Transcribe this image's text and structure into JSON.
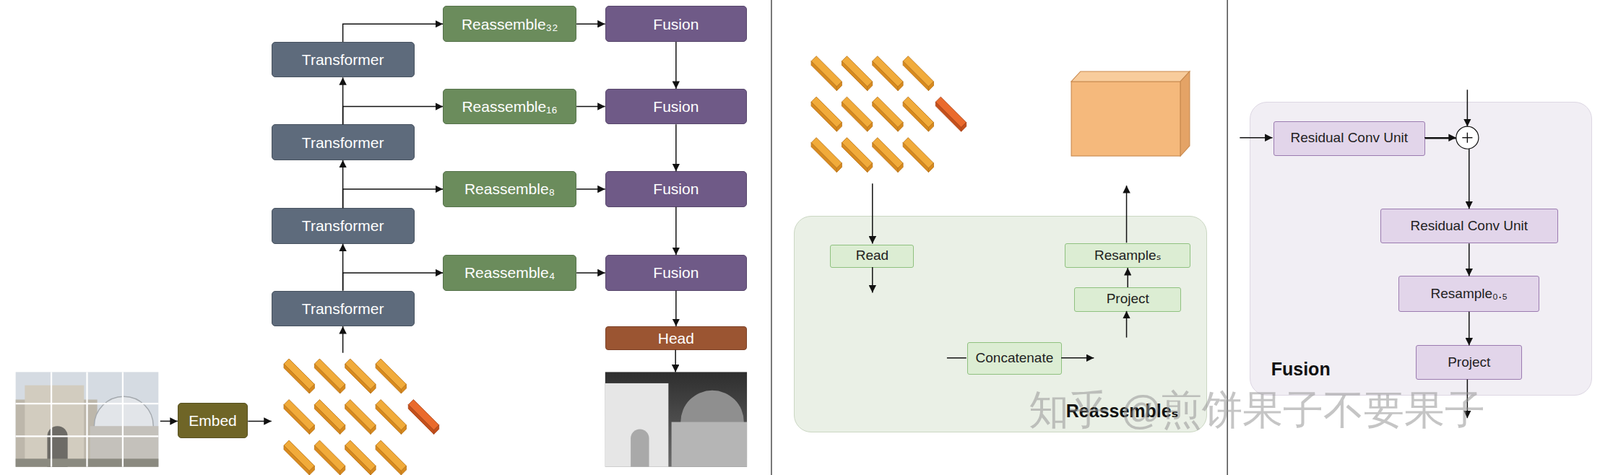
{
  "diagram": {
    "nodes": [
      {
        "text": [
          "Reassemble₃₂"
        ]
      },
      {
        "text": [
          "Fusion"
        ]
      },
      {
        "text": [
          "Transformer"
        ]
      },
      {
        "text": [
          "Reassemble₁₆"
        ]
      },
      {
        "text": [
          "Fusion"
        ]
      },
      {
        "text": [
          "Transformer"
        ]
      },
      {
        "text": [
          "Reassemble₈"
        ]
      },
      {
        "text": [
          "Fusion"
        ]
      },
      {
        "text": [
          "Transformer"
        ]
      },
      {
        "text": [
          "Reassemble₄"
        ]
      },
      {
        "text": [
          "Fusion"
        ]
      },
      {
        "text": [
          "Transformer"
        ]
      },
      {
        "text": [
          "Head"
        ]
      },
      {
        "text": [
          "Embed"
        ]
      },
      {
        "text": [
          "Reassembleₛ"
        ]
      },
      {
        "text": [
          "Read"
        ],
        "in": 14
      },
      {
        "text": [
          "Resampleₛ"
        ],
        "in": 14
      },
      {
        "text": [
          "Project"
        ],
        "in": 14
      },
      {
        "text": [
          "Concatenate"
        ],
        "in": 14
      },
      {
        "text": [
          "Fusion"
        ]
      },
      {
        "text": [
          "Residual Conv Unit"
        ],
        "in": 19
      },
      {
        "text": [
          "Residual Conv Unit"
        ],
        "in": 19
      },
      {
        "text": [
          "Resample₀.₅"
        ],
        "in": 19
      },
      {
        "text": [
          "Project"
        ],
        "in": 19
      }
    ],
    "edges": [
      {
        "from": 11,
        "to": 8,
        "arrow": "to"
      },
      {
        "from": 11,
        "to": 9,
        "arrow": "to"
      },
      {
        "from": 8,
        "to": 5,
        "arrow": "to"
      },
      {
        "from": 8,
        "to": 6,
        "arrow": "to"
      },
      {
        "from": 5,
        "to": 2,
        "arrow": "to"
      },
      {
        "from": 5,
        "to": 3,
        "arrow": "to"
      },
      {
        "from": 2,
        "to": 0,
        "arrow": "to"
      },
      {
        "from": 0,
        "to": 1,
        "arrow": "to"
      },
      {
        "from": 3,
        "to": 4,
        "arrow": "to"
      },
      {
        "from": 6,
        "to": 7,
        "arrow": "to"
      },
      {
        "from": 9,
        "to": 10,
        "arrow": "to"
      },
      {
        "from": 1,
        "to": 4,
        "arrow": "to"
      },
      {
        "from": 4,
        "to": 7,
        "arrow": "to"
      },
      {
        "from": 7,
        "to": 10,
        "arrow": "to"
      },
      {
        "from": 10,
        "to": 12,
        "arrow": "to"
      },
      {
        "from": 17,
        "to": 16,
        "arrow": "to"
      },
      {
        "from": 20,
        "to": 21,
        "arrow": "to"
      },
      {
        "from": 21,
        "to": 22,
        "arrow": "to"
      },
      {
        "from": 22,
        "to": 23,
        "arrow": "to"
      }
    ],
    "labels": [
      "知乎 @煎饼果子不要果子"
    ]
  }
}
